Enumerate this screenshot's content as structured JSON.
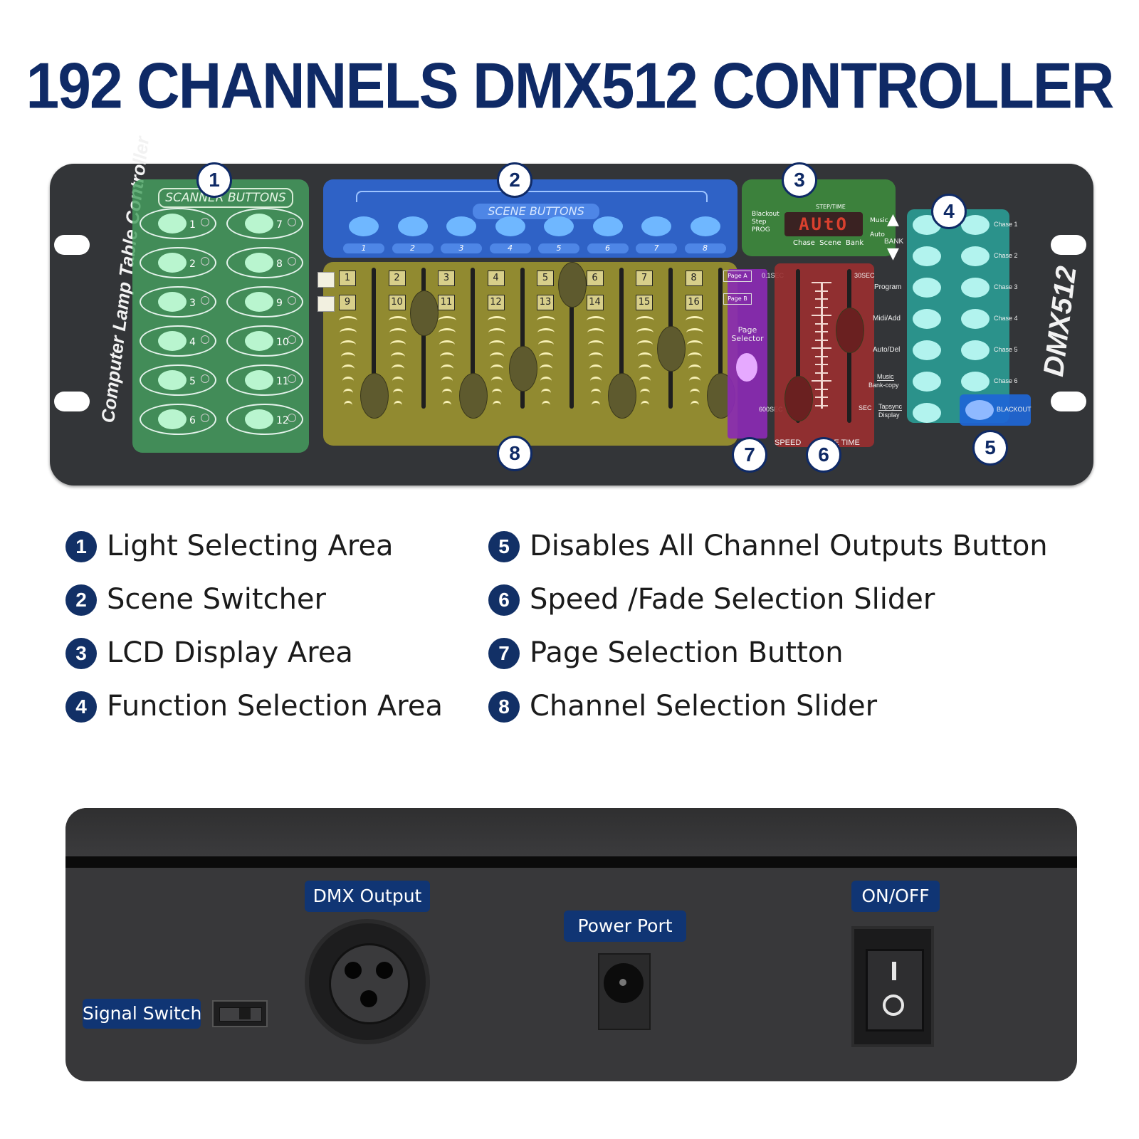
{
  "title": "192 CHANNELS DMX512 CONTROLLER",
  "panel": {
    "side_label": "Computer Lamp Table Controller",
    "brand": "DMX512",
    "scanner_header": "SCANNER BUTTONS",
    "scanner_left": [
      "1",
      "2",
      "3",
      "4",
      "5",
      "6"
    ],
    "scanner_right": [
      "7",
      "8",
      "9",
      "10",
      "11",
      "12"
    ],
    "scene_header": "SCENE BUTTONS",
    "scene_nums": [
      "1",
      "2",
      "3",
      "4",
      "5",
      "6",
      "7",
      "8"
    ],
    "channels_top": [
      "1",
      "2",
      "3",
      "4",
      "5",
      "6",
      "7",
      "8"
    ],
    "channels_bottom": [
      "9",
      "10",
      "11",
      "12",
      "13",
      "14",
      "15",
      "16"
    ],
    "lcd": {
      "step_time": "STEP/TIME",
      "mode_left": [
        "Blackout",
        "Step",
        "PROG"
      ],
      "mode_right": [
        "Music",
        "Auto"
      ],
      "digits": "AUtO",
      "bottom": "Chase  Scene  Bank"
    },
    "bank_label": "BANK",
    "page_a": "Page A",
    "page_b": "Page B",
    "page_selector": "Page Selector",
    "speed_top": "0.1SEC",
    "speed_bottom": "600SEC",
    "fade_top": "30SEC",
    "fade_bottom": "SEC",
    "speed_label": "SPEED",
    "fade_label": "FADE  TIME",
    "functions": [
      "Program",
      "Midi/Add",
      "Auto/Del",
      "Music",
      "Bank-copy",
      "Tapsync",
      "Display"
    ],
    "chases": [
      "Chase 1",
      "Chase 2",
      "Chase 3",
      "Chase 4",
      "Chase 5",
      "Chase 6"
    ],
    "blackout": "BLACKOUT",
    "markers": [
      "1",
      "2",
      "3",
      "4",
      "5",
      "6",
      "7",
      "8"
    ]
  },
  "legend": [
    {
      "num": "1",
      "text": "Light Selecting Area"
    },
    {
      "num": "2",
      "text": "Scene Switcher"
    },
    {
      "num": "3",
      "text": "LCD Display Area"
    },
    {
      "num": "4",
      "text": "Function Selection Area"
    },
    {
      "num": "5",
      "text": "Disables All Channel Outputs Button"
    },
    {
      "num": "6",
      "text": "Speed /Fade Selection Slider"
    },
    {
      "num": "7",
      "text": "Page Selection Button"
    },
    {
      "num": "8",
      "text": "Channel Selection Slider"
    }
  ],
  "back": {
    "dmx_output": "DMX Output",
    "power_port": "Power Port",
    "on_off": "ON/OFF",
    "signal_switch": "Signal Switch"
  },
  "colors": {
    "title": "#0f2a66",
    "zone1_green": "#3d8a52",
    "zone2_blue": "#2f67d6",
    "zone3_green": "#3d8a3d",
    "zone4_teal": "#2a9a93",
    "zone5_blue": "#1e66d6",
    "zone6_red": "#9a2f30",
    "zone7_purple": "#8a2ab3",
    "zone8_olive": "#9b9430",
    "legend_dot": "#123066",
    "back_tag": "#103574"
  }
}
